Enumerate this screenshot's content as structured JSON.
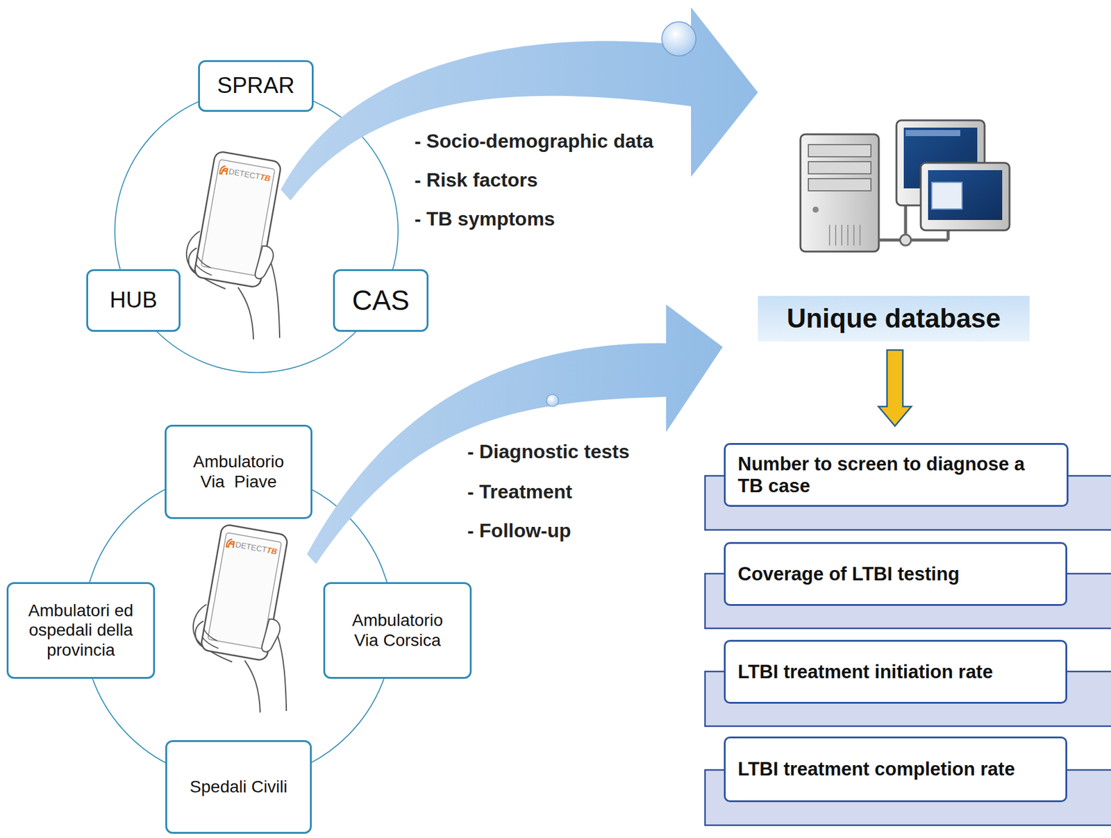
{
  "diagram": {
    "nodes": [
      {
        "text": [
          "SPRAR"
        ]
      },
      {
        "text": [
          "HUB"
        ]
      },
      {
        "text": [
          "CAS"
        ]
      },
      {
        "text": [
          "Unique database"
        ]
      },
      {
        "text": [
          "Ambulatorio Via  Piave"
        ]
      },
      {
        "text": [
          "Ambulatori ed ospedali della provincia"
        ]
      },
      {
        "text": [
          "Ambulatorio Via Corsica"
        ]
      },
      {
        "text": [
          "Spedali Civili"
        ]
      },
      {
        "text": [
          "Number to screen to diagnose a TB case"
        ]
      },
      {
        "text": [
          "Coverage of LTBI testing"
        ]
      },
      {
        "text": [
          "LTBI treatment initiation rate"
        ]
      },
      {
        "text": [
          "LTBI treatment completion rate"
        ]
      }
    ],
    "edges": [
      {
        "from": 3,
        "to": 8,
        "arrow": "to"
      }
    ],
    "labels": [
      "DETECT",
      "TB",
      "- Socio-demographic data",
      "- Risk factors",
      "- TB symptoms",
      "DETECT",
      "TB",
      "- Diagnostic tests",
      "- Treatment",
      "- Follow-up"
    ]
  }
}
